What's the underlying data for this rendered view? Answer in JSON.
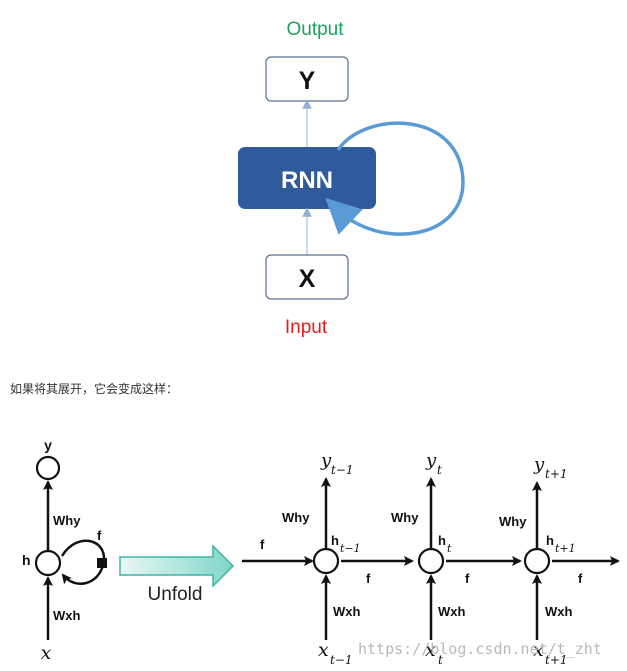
{
  "top_diagram": {
    "output_label": "Output",
    "output_node": "Y",
    "rnn_node": "RNN",
    "input_node": "X",
    "input_label": "Input",
    "colors": {
      "output_label": "#1aa260",
      "input_label": "#e02020",
      "rnn_fill": "#2f5b9d",
      "loop": "#5b9bd5",
      "box_border": "#5a6f8f",
      "connector": "#a8c0e0"
    }
  },
  "caption": "如果将其展开，它会变成这样：",
  "bottom_diagram": {
    "rolled": {
      "y": "y",
      "why": "Why",
      "h": "h",
      "f": "f",
      "wxh": "Wxh",
      "x": "x"
    },
    "unfold_label": "Unfold",
    "steps": [
      {
        "y": "y",
        "y_sub": "t−1",
        "h": "h",
        "h_sub": "t−1",
        "x": "x",
        "x_sub": "t−1"
      },
      {
        "y": "y",
        "y_sub": "t",
        "h": "h",
        "h_sub": "t",
        "x": "x",
        "x_sub": "t"
      },
      {
        "y": "y",
        "y_sub": "t+1",
        "h": "h",
        "h_sub": "t+1",
        "x": "x",
        "x_sub": "t+1"
      }
    ],
    "why": "Why",
    "wxh": "Wxh",
    "f": "f",
    "colors": {
      "unfold_arrow": "#7fd6c8",
      "unfold_arrow_border": "#3fb3a5"
    }
  },
  "watermark": "https://blog.csdn.net/t_zht"
}
